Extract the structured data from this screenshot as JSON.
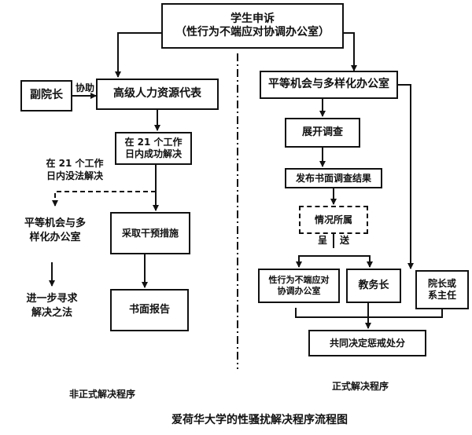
{
  "diagram": {
    "title": "爱荷华大学的性骚扰解决程序流程图",
    "top_box": {
      "line1": "学生申诉",
      "line2": "（性行为不端应对协调办公室）"
    },
    "left": {
      "vice_president": "副院长",
      "assist_label": "协助",
      "hr_rep": "高级人力资源代表",
      "resolved_21": {
        "line1": "在 21 个工作",
        "line2": "日内成功解决"
      },
      "unresolved_21": {
        "line1": "在 21 个工作",
        "line2": "日内没法解决"
      },
      "intervention": "采取干预措施",
      "written_report": "书面报告",
      "eo_office": {
        "line1": "平等机会与多",
        "line2": "样化办公室"
      },
      "further": {
        "line1": "进一步寻求",
        "line2": "解决之法"
      },
      "section_label": "非正式解决程序"
    },
    "right": {
      "eo_office": "平等机会与多样化办公室",
      "investigate": "展开调查",
      "publish_results": "发布书面调查结果",
      "case_belongs": "情况所属",
      "submit_label": {
        "a": "呈",
        "b": "送"
      },
      "office": {
        "line1": "性行为不端应对",
        "line2": "协调办公室"
      },
      "provost": "教务长",
      "dean": {
        "line1": "院长或",
        "line2": "系主任"
      },
      "joint_decision": "共同决定惩戒处分",
      "section_label": "正式解决程序"
    }
  }
}
